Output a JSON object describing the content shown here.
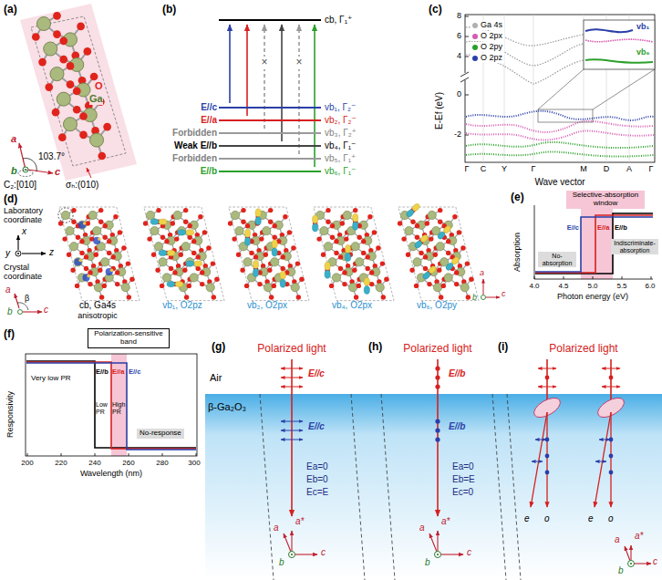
{
  "diagram": {
    "nodes": [
      {
        "text": [
          "cb, Γ₁⁺"
        ]
      },
      {
        "text": [
          "E//c",
          "vb₁, Γ₂⁻"
        ]
      },
      {
        "text": [
          "E//a",
          "vb₂, Γ₂⁻"
        ]
      },
      {
        "text": [
          "Forbidden",
          "vb₃, Γ₂⁺"
        ]
      },
      {
        "text": [
          "Weak E//b",
          "vb₄, Γ₁⁻"
        ]
      },
      {
        "text": [
          "Forbidden",
          "vb₅, Γ₁⁺"
        ]
      },
      {
        "text": [
          "E//b",
          "vb₆, Γ₁⁻"
        ]
      },
      {
        "text": [
          "Selective-absorption window"
        ]
      },
      {
        "text": [
          "No-absorption"
        ]
      },
      {
        "text": [
          "Indiscriminate-absorption"
        ]
      },
      {
        "text": [
          "Polarization-sensitive band"
        ]
      },
      {
        "text": [
          "No-response"
        ]
      }
    ],
    "edges": [
      {
        "from": 1,
        "to": 0,
        "arrow": "to"
      },
      {
        "from": 2,
        "to": 0,
        "arrow": "to"
      },
      {
        "from": 3,
        "to": 0,
        "arrow": "to"
      },
      {
        "from": 4,
        "to": 0,
        "arrow": "to"
      },
      {
        "from": 5,
        "to": 0,
        "arrow": "to"
      },
      {
        "from": 6,
        "to": 0,
        "arrow": "to"
      }
    ],
    "labels": [
      "(a)",
      "O",
      "Ga",
      "a",
      "b",
      "c",
      "103.7°",
      "C₂:[010]",
      "σₕ:(010)",
      "(b)",
      "×",
      "×",
      "(c)",
      "8",
      "6",
      "4",
      "0",
      "-2",
      "E-Ef (eV)",
      "Wave vector",
      "Γ",
      "C",
      "Y",
      "Γ",
      "M",
      "D",
      "A",
      "Γ",
      "vb₁",
      "vb₆",
      "(d)",
      "Laboratory coordinate",
      "x",
      "y",
      "z",
      "Crystal coordinate",
      "a",
      "β",
      "b",
      "c",
      "cb, Ga4s",
      "anisotropic",
      "vb₁, O2pz",
      "vb₂, O2px",
      "vb₄, O2px",
      "vb₆, O2py",
      "a",
      "b",
      "c",
      "(e)",
      "E//c",
      "E//a",
      "E//b",
      "Absorption",
      "4.0",
      "4.5",
      "5.0",
      "5.5",
      "6.0",
      "Photon energy (eV)",
      "(f)",
      "Very low PR",
      "E//b",
      "E//a",
      "E//c",
      "Low PR",
      "High PR",
      "Responsivity",
      "200",
      "220",
      "240",
      "260",
      "280",
      "300",
      "Wavelength (nm)",
      "(g)",
      "(h)",
      "(i)",
      "Polarized light",
      "Polarized light",
      "Polarized light",
      "E//c",
      "E//b",
      "Air",
      "β-Ga₂O₃",
      "E//c",
      "E//b",
      "Ea=0",
      "Eb=0",
      "Ec=E",
      "Ea=0",
      "Eb=E",
      "Ec=0",
      "a",
      "a*",
      "b",
      "c",
      "a",
      "a*",
      "b",
      "c",
      "a",
      "a*",
      "b",
      "c",
      "e",
      "o",
      "e",
      "o"
    ],
    "legend": [
      {
        "text": "Ga 4s",
        "color": "#b0b0b0"
      },
      {
        "text": "O 2px",
        "color": "#d65ab0"
      },
      {
        "text": "O 2py",
        "color": "#2ba02b"
      },
      {
        "text": "O 2pz",
        "color": "#2a3fa8"
      }
    ]
  }
}
